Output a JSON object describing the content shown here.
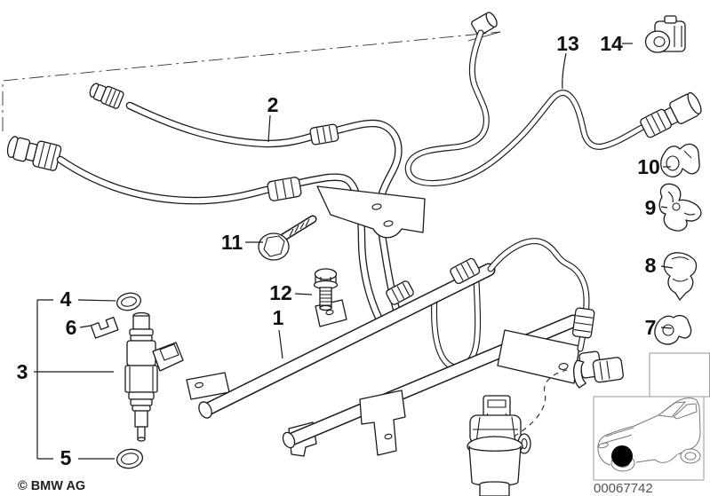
{
  "diagram": {
    "copyright": "© BMW AG",
    "image_number": "00067742",
    "callouts": [
      {
        "label": "1"
      },
      {
        "label": "2"
      },
      {
        "label": "3"
      },
      {
        "label": "4"
      },
      {
        "label": "5"
      },
      {
        "label": "6"
      },
      {
        "label": "7"
      },
      {
        "label": "8"
      },
      {
        "label": "9"
      },
      {
        "label": "10"
      },
      {
        "label": "11"
      },
      {
        "label": "12"
      },
      {
        "label": "13"
      },
      {
        "label": "14"
      }
    ]
  },
  "colors": {
    "line": "#1a1a1a",
    "background": "#ffffff",
    "box_border": "#999999",
    "location_dot": "#000000"
  }
}
